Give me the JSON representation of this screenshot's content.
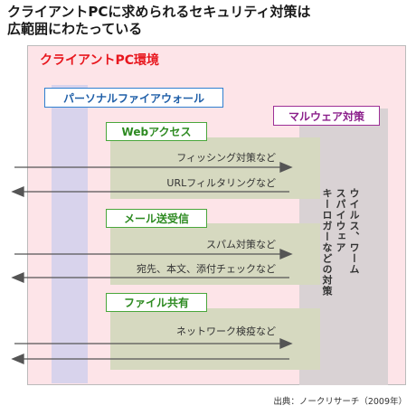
{
  "title": {
    "line1": "クライアントPCに求められるセキュリティ対策は",
    "line2": "広範囲にわたっている"
  },
  "environment": {
    "label": "クライアントPC環境"
  },
  "firewall": {
    "label": "パーソナルファイアウォール"
  },
  "malware": {
    "label": "マルウェア対策",
    "lines": [
      "ウイルス、ワーム",
      "スパイウェア",
      "キーロガーなどの対策"
    ]
  },
  "sections": [
    {
      "label": "Webアクセス",
      "inbound": "フィッシング対策など",
      "outbound": "URLフィルタリングなど"
    },
    {
      "label": "メール送受信",
      "inbound": "スパム対策など",
      "outbound": "宛先、本文、添付チェックなど"
    },
    {
      "label": "ファイル共有",
      "inbound": "ネットワーク検疫など",
      "outbound": ""
    }
  ],
  "source": "出典：ノークリサーチ（2009年）",
  "colors": {
    "environment": "#e8171e",
    "firewall": "#1f5fa8",
    "malware": "#8b1f8b",
    "section": "#2d8a21"
  }
}
